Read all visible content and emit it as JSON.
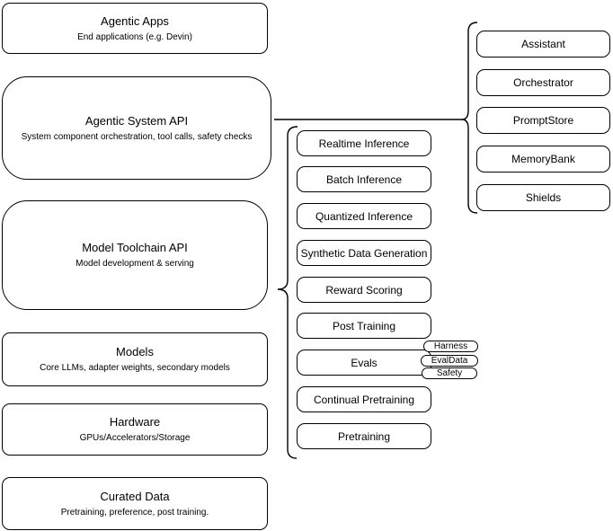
{
  "diagram": {
    "left_column": [
      {
        "title": "Agentic Apps",
        "subtitle": "End applications (e.g. Devin)"
      },
      {
        "title": "Agentic System API",
        "subtitle": "System component orchestration, tool calls, safety checks"
      },
      {
        "title": "Model Toolchain API",
        "subtitle": "Model development & serving"
      },
      {
        "title": "Models",
        "subtitle": "Core LLMs, adapter weights, secondary models"
      },
      {
        "title": "Hardware",
        "subtitle": "GPUs/Accelerators/Storage"
      },
      {
        "title": "Curated Data",
        "subtitle": "Pretraining, preference, post training."
      }
    ],
    "toolchain_items": [
      "Realtime Inference",
      "Batch Inference",
      "Quantized Inference",
      "Synthetic Data Generation",
      "Reward Scoring",
      "Post Training",
      "Evals",
      "Continual Pretraining",
      "Pretraining"
    ],
    "evals_tags": [
      "Harness",
      "EvalData",
      "Safety"
    ],
    "system_components": [
      "Assistant",
      "Orchestrator",
      "PromptStore",
      "MemoryBank",
      "Shields"
    ],
    "colors": {
      "stroke": "#000000",
      "fill": "#ffffff",
      "background": "#ffffff"
    }
  }
}
